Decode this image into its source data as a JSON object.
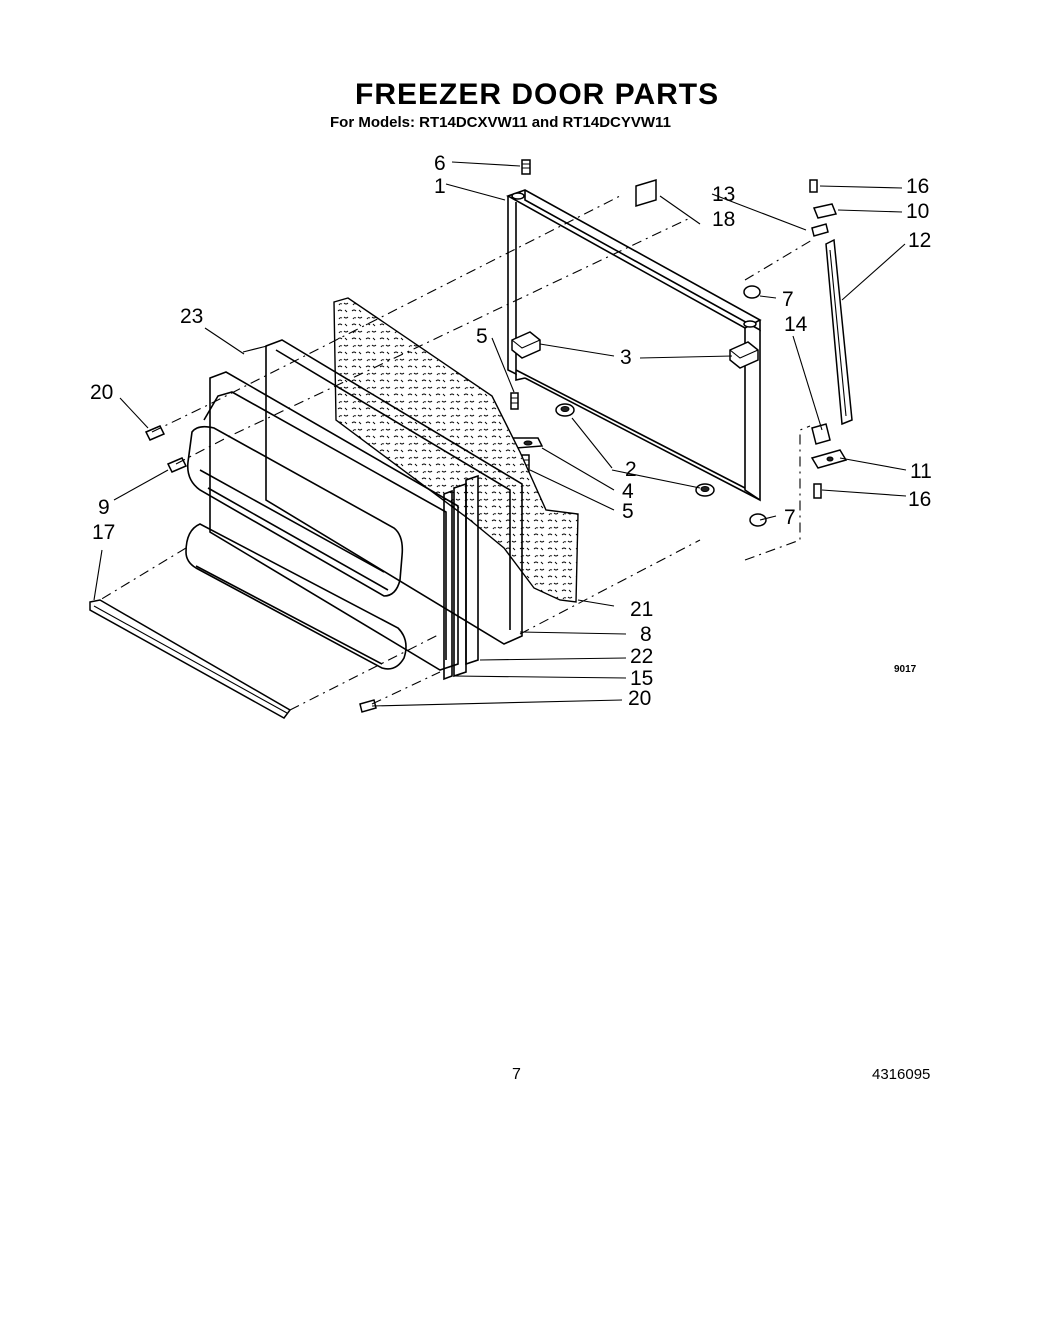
{
  "title": "FREEZER DOOR PARTS",
  "subtitle": "For Models: RT14DCXVW11 and RT14DCYVW11",
  "diagram_code": "9017",
  "page_number": "7",
  "document_number": "4316095",
  "callouts": {
    "c1": "1",
    "c2": "2",
    "c3": "3",
    "c4": "4",
    "c5a": "5",
    "c5b": "5",
    "c6": "6",
    "c7a": "7",
    "c7b": "7",
    "c8": "8",
    "c9": "9",
    "c10": "10",
    "c11": "11",
    "c12": "12",
    "c13": "13",
    "c14": "14",
    "c15": "15",
    "c16a": "16",
    "c16b": "16",
    "c17": "17",
    "c18": "18",
    "c20a": "20",
    "c20b": "20",
    "c21": "21",
    "c22": "22",
    "c23": "23"
  }
}
